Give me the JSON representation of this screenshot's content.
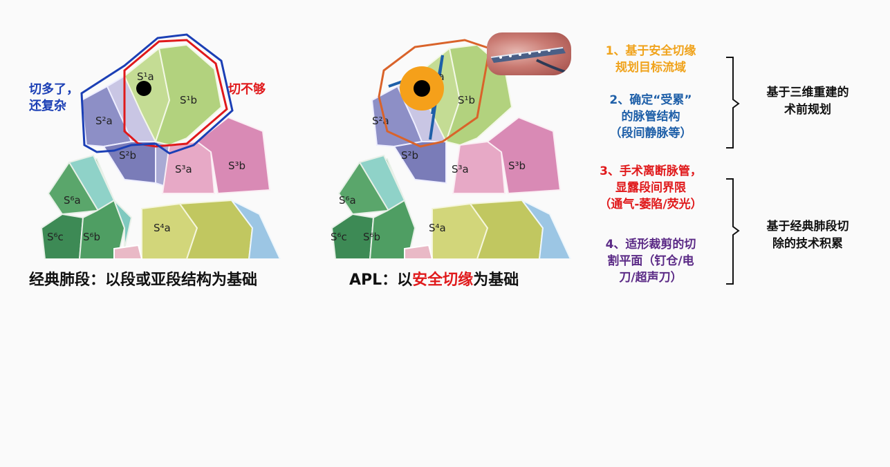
{
  "left_panel": {
    "segments": {
      "s1a": "S¹a",
      "s1b": "S¹b",
      "s2a": "S²a",
      "s2b": "S²b",
      "s3a": "S³a",
      "s3b": "S³b",
      "s6a": "S⁶a",
      "s6b": "S⁶b",
      "s6c": "S⁶c",
      "s4a": "S⁴a"
    },
    "annotation_blue": "切多了，\n还复杂",
    "annotation_red": "切不够",
    "caption": "经典肺段：以段或亚段结构为基础"
  },
  "right_panel": {
    "segments": {
      "s1a": "S¹a",
      "s1b": "S¹b",
      "s2a": "S²a",
      "s2b": "S²b",
      "s3a": "S³a",
      "s3b": "S³b",
      "s6a": "S⁶a",
      "s6b": "S⁶b",
      "s6c": "S⁶c",
      "s4a": "S⁴a"
    },
    "caption_prefix": "APL：以",
    "caption_highlight": "安全切缘",
    "caption_suffix": "为基础"
  },
  "steps": [
    {
      "text": "1、基于安全切缘\n规划目标流域",
      "color": "#f0a31c"
    },
    {
      "text": "2、确定“受累”\n的脉管结构\n（段间静脉等）",
      "color": "#1e5fa8"
    },
    {
      "text": "3、手术离断脉管，\n显露段间界限\n（通气-萎陷/荧光）",
      "color": "#e0191b"
    },
    {
      "text": "4、适形裁剪的切\n割平面（钉仓/电\n刀/超声刀）",
      "color": "#5b2a86"
    }
  ],
  "groups": [
    {
      "text": "基于三维重建的\n术前规划"
    },
    {
      "text": "基于经典肺段切\n除的技术积累"
    }
  ],
  "colors": {
    "blue_outline": "#1b3fb5",
    "red_outline": "#e0191b",
    "orange_outline": "#d9632a",
    "tumor_ring": "#f5a01a",
    "highlight_red": "#e0191b"
  }
}
